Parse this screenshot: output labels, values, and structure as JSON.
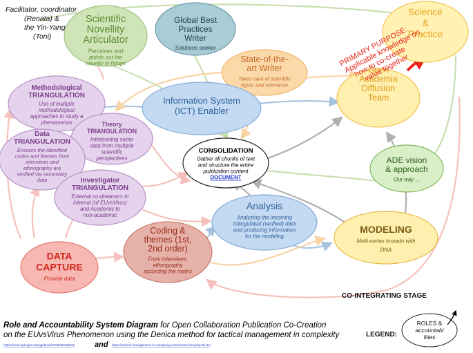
{
  "facilitator": {
    "line1": "Facilitator, coordinator",
    "line2": "(Renata) &",
    "line3": "the Yin-Yang",
    "line4": "(Toni)"
  },
  "nodes": {
    "scientific_novelty": {
      "title_lines": [
        "Scientific",
        "Novellity",
        "Articulator"
      ],
      "desc_lines": [
        "Perceives and",
        "points out the",
        "novelty in things"
      ],
      "fill": "#cfe5b8",
      "stroke": "#9fc27d",
      "title_color": "#5c8c34"
    },
    "global_best": {
      "title_lines": [
        "Global Best",
        "Practices",
        "Writer"
      ],
      "desc_lines": [
        "Solutions seeker"
      ],
      "fill": "#a9cdd6",
      "stroke": "#6f9aa6",
      "title_color": "#1f3f4a"
    },
    "state_of_art": {
      "title_lines": [
        "State-of-the-",
        "art Writer"
      ],
      "desc_lines": [
        "Takes care of scientific",
        "rigour and relevance"
      ],
      "fill": "#fcd9a8",
      "stroke": "#f2b46b",
      "title_color": "#c0682a"
    },
    "science_practice": {
      "title_lines": [
        "Science",
        "&",
        "Practice"
      ],
      "fill": "#fff2b3",
      "stroke": "#f3c34c",
      "title_color": "#e8a21d"
    },
    "open_academia": {
      "title_lines": [
        "Open",
        "Academia",
        "Diffusion",
        "Team"
      ],
      "fill": "#fff0b0",
      "stroke": "#f1c04c",
      "title_color": "#e09a18"
    },
    "methodological": {
      "title_lines": [
        "Methodological",
        "TRIANGULATION"
      ],
      "desc_lines": [
        "Use of multiple",
        "methodological",
        "approaches to study a",
        "phenomenon"
      ],
      "fill": "#e5d2ec",
      "stroke": "#b792c4",
      "title_color": "#7a3e8a"
    },
    "information_system": {
      "title_lines": [
        "Information System",
        "(ICT) Enabler"
      ],
      "fill": "#c3daf2",
      "stroke": "#86acd8",
      "title_color": "#2f5f9a"
    },
    "theory": {
      "title_lines": [
        "Theory",
        "TRIANGULATION"
      ],
      "desc_lines": [
        "Interpreting same",
        "data from multiple",
        "scientific",
        "perspectives"
      ],
      "fill": "#e5d2ec",
      "stroke": "#b792c4",
      "title_color": "#7a3e8a"
    },
    "data_tri": {
      "title_lines": [
        "Data",
        "TRIANGULATION"
      ],
      "desc_lines": [
        "Ensures the identified",
        "codes and themes from",
        "interviews and",
        "ethnography are",
        "verified via secondary",
        "data"
      ],
      "fill": "#e5d2ec",
      "stroke": "#b792c4",
      "title_color": "#7a3e8a"
    },
    "consolidation": {
      "title_lines": [
        "CONSOLIDATION"
      ],
      "desc_lines": [
        "Gather all chunks of text",
        "and structure the entire",
        "publication content"
      ],
      "link": "DOCUMENT",
      "fill": "#ffffff",
      "stroke": "#222222",
      "title_color": "#000000"
    },
    "ade_vision": {
      "title_lines": [
        "ADE vision",
        "& approach"
      ],
      "desc_lines": [
        "Our way ..."
      ],
      "fill": "#d8efc8",
      "stroke": "#7fb85c",
      "title_color": "#2f5f1a"
    },
    "investigator": {
      "title_lines": [
        "Investigator",
        "TRIANGULATION"
      ],
      "desc_lines": [
        "External co-dreamers to",
        "internal (of EUvsVirus)",
        "and Academic to",
        "non-academic"
      ],
      "fill": "#e5d2ec",
      "stroke": "#b792c4",
      "title_color": "#7a3e8a"
    },
    "analysis": {
      "title_lines": [
        "Analysis"
      ],
      "desc_lines": [
        "Analyzing the incoming",
        "triangulated (verified) data",
        "and producing information",
        "for the modeling"
      ],
      "fill": "#c3daf2",
      "stroke": "#86acd8",
      "title_color": "#2f5f9a"
    },
    "modeling": {
      "title_lines": [
        "MODELING"
      ],
      "desc_lines": [
        "Multi-vortex tornado with",
        "DNA"
      ],
      "fill": "#fff0b0",
      "stroke": "#e8b845",
      "title_color": "#7a5a10"
    },
    "coding": {
      "title_lines": [
        "Coding &",
        "themes (1st,",
        "2nd order)"
      ],
      "desc_lines": [
        "From interviews,",
        "ethnography",
        "according the matrix"
      ],
      "fill": "#e5b1a8",
      "stroke": "#c97a6d",
      "title_color": "#9a2a1a"
    },
    "data_capture": {
      "title_lines": [
        "DATA",
        "CAPTURE"
      ],
      "desc_lines": [
        "Provide data"
      ],
      "fill": "#f7b8b3",
      "stroke": "#e8746c",
      "title_color": "#d0261b"
    }
  },
  "primary_purpose": {
    "lines": [
      "PRIMARY PURPOSE:",
      "Applicable knowledge on",
      "how to co-create",
      "value together"
    ],
    "color": "#e8241a"
  },
  "co_integrating": "CO-INTEGRATING STAGE",
  "caption": {
    "bold_part": "Role and Accountability System Diagram",
    "rest_line1": " for Open Collaboration Publication Co-Creation",
    "line2": "on the EUvsVirus Phenomenon using the Denica method for tactical management in complexity",
    "url1": "https://www.springer.com/gp/book/9783030228033",
    "and": "and",
    "url2": "https://tactical-management-in-complexity.com/course/view.php?id=10"
  },
  "legend": {
    "label": "LEGEND:",
    "item_lines": [
      "ROLES &",
      "accountabi",
      "lities"
    ]
  },
  "colors": {
    "arrow_pink": "#f6c1bd",
    "arrow_blue": "#a8c3de",
    "arrow_green": "#c9dfb0",
    "arrow_gray": "#b9b9b9",
    "arrow_orange": "#f8d3a4",
    "arrow_red": "#e8241a"
  }
}
